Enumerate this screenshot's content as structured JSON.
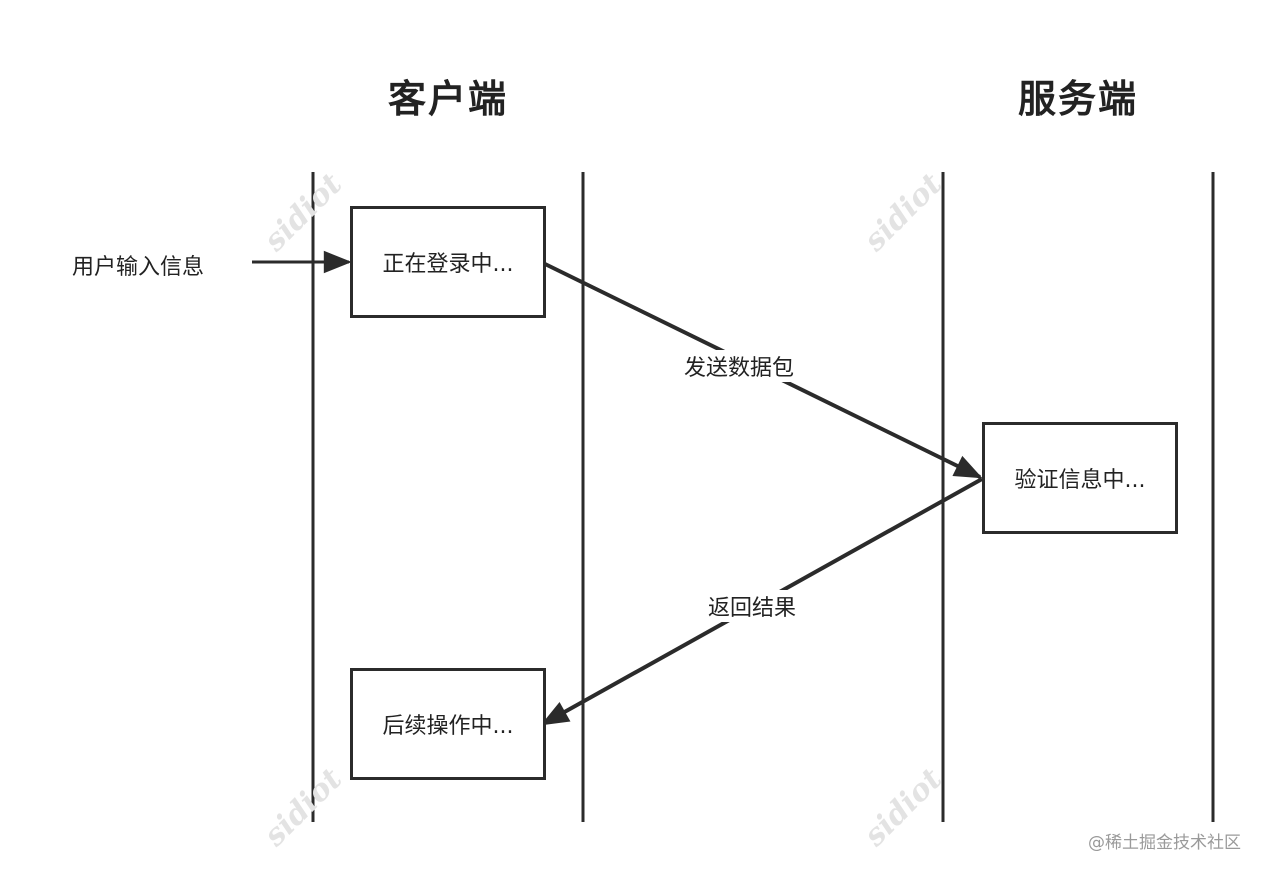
{
  "lanes": {
    "client_title": "客户端",
    "server_title": "服务端"
  },
  "input_label": "用户输入信息",
  "boxes": {
    "logging_in": "正在登录中...",
    "verifying": "验证信息中...",
    "follow_up": "后续操作中..."
  },
  "edges": {
    "send_packet": "发送数据包",
    "return_result": "返回结果"
  },
  "watermark": "sidiot",
  "credit": "@稀土掘金技术社区",
  "colors": {
    "line": "#2b2b2b",
    "watermark": "#e3e3e3"
  }
}
